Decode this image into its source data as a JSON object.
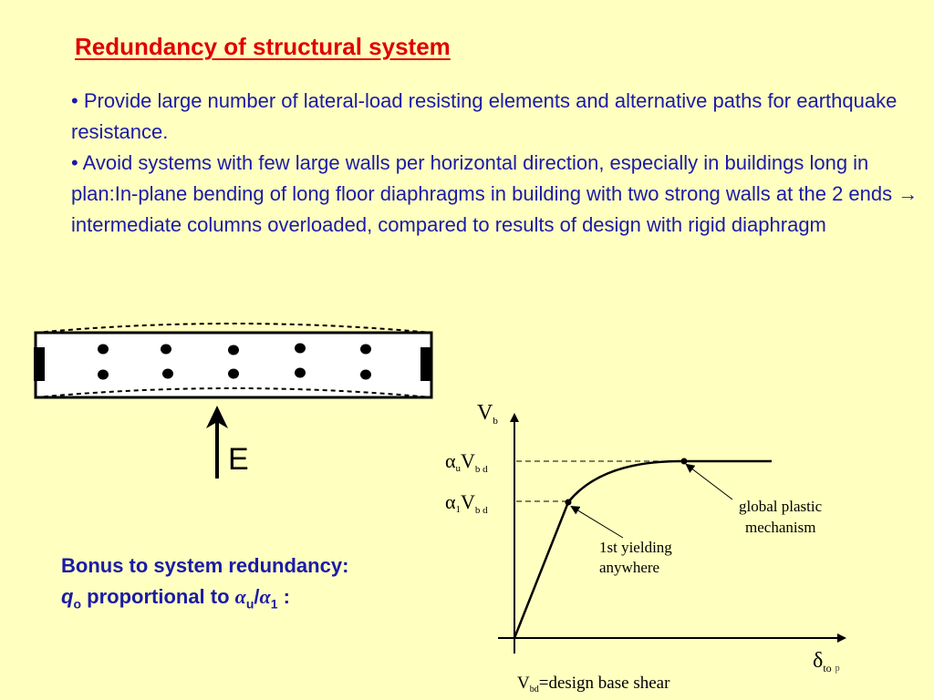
{
  "title": "Redundancy of structural system",
  "bullets": [
    "• Provide large number of lateral-load resisting elements and alternative paths for earthquake resistance.",
    "• Avoid systems with few large walls per horizontal direction, especially in buildings long in plan:In-plane bending of long floor diaphragms in building with two strong walls at the 2 ends → intermediate columns overloaded, compared to results of design with rigid diaphragm"
  ],
  "plan_diagram": {
    "load_label": "E"
  },
  "bonus": {
    "line1": "Bonus to system redundancy:",
    "q": "q",
    "q_sub": "o",
    "proportional": " proportional to ",
    "alpha": "α",
    "alpha_u_sub": "u",
    "slash": "/",
    "alpha_1_sub": "1",
    "colon": " :"
  },
  "graph": {
    "y_axis_main": "V",
    "y_axis_sub": "b",
    "x_axis_main": "δ",
    "x_axis_sub": "to",
    "x_axis_trailing": "p",
    "level_u": {
      "alpha": "α",
      "alpha_sub": "u",
      "v": "V",
      "v_sub": "b d"
    },
    "level_1": {
      "alpha": "α",
      "alpha_sub": "1",
      "v": "V",
      "v_sub": "b d"
    },
    "annotation_global_line1": "global plastic",
    "annotation_global_line2": "mechanism",
    "annotation_first_line1": "1st yielding",
    "annotation_first_line2": "anywhere",
    "footer_v": "V",
    "footer_sub": "bd",
    "footer_text": "=design base shear"
  }
}
